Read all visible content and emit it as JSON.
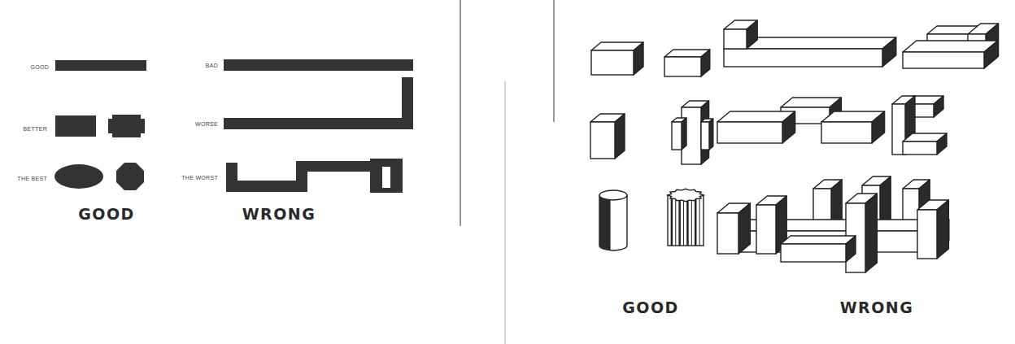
{
  "diagram": {
    "labels": [
      "GOOD",
      "BAD",
      "BETTER",
      "WORSE",
      "THE BEST",
      "THE WORST",
      "GOOD",
      "WRONG",
      "GOOD",
      "WRONG"
    ]
  }
}
